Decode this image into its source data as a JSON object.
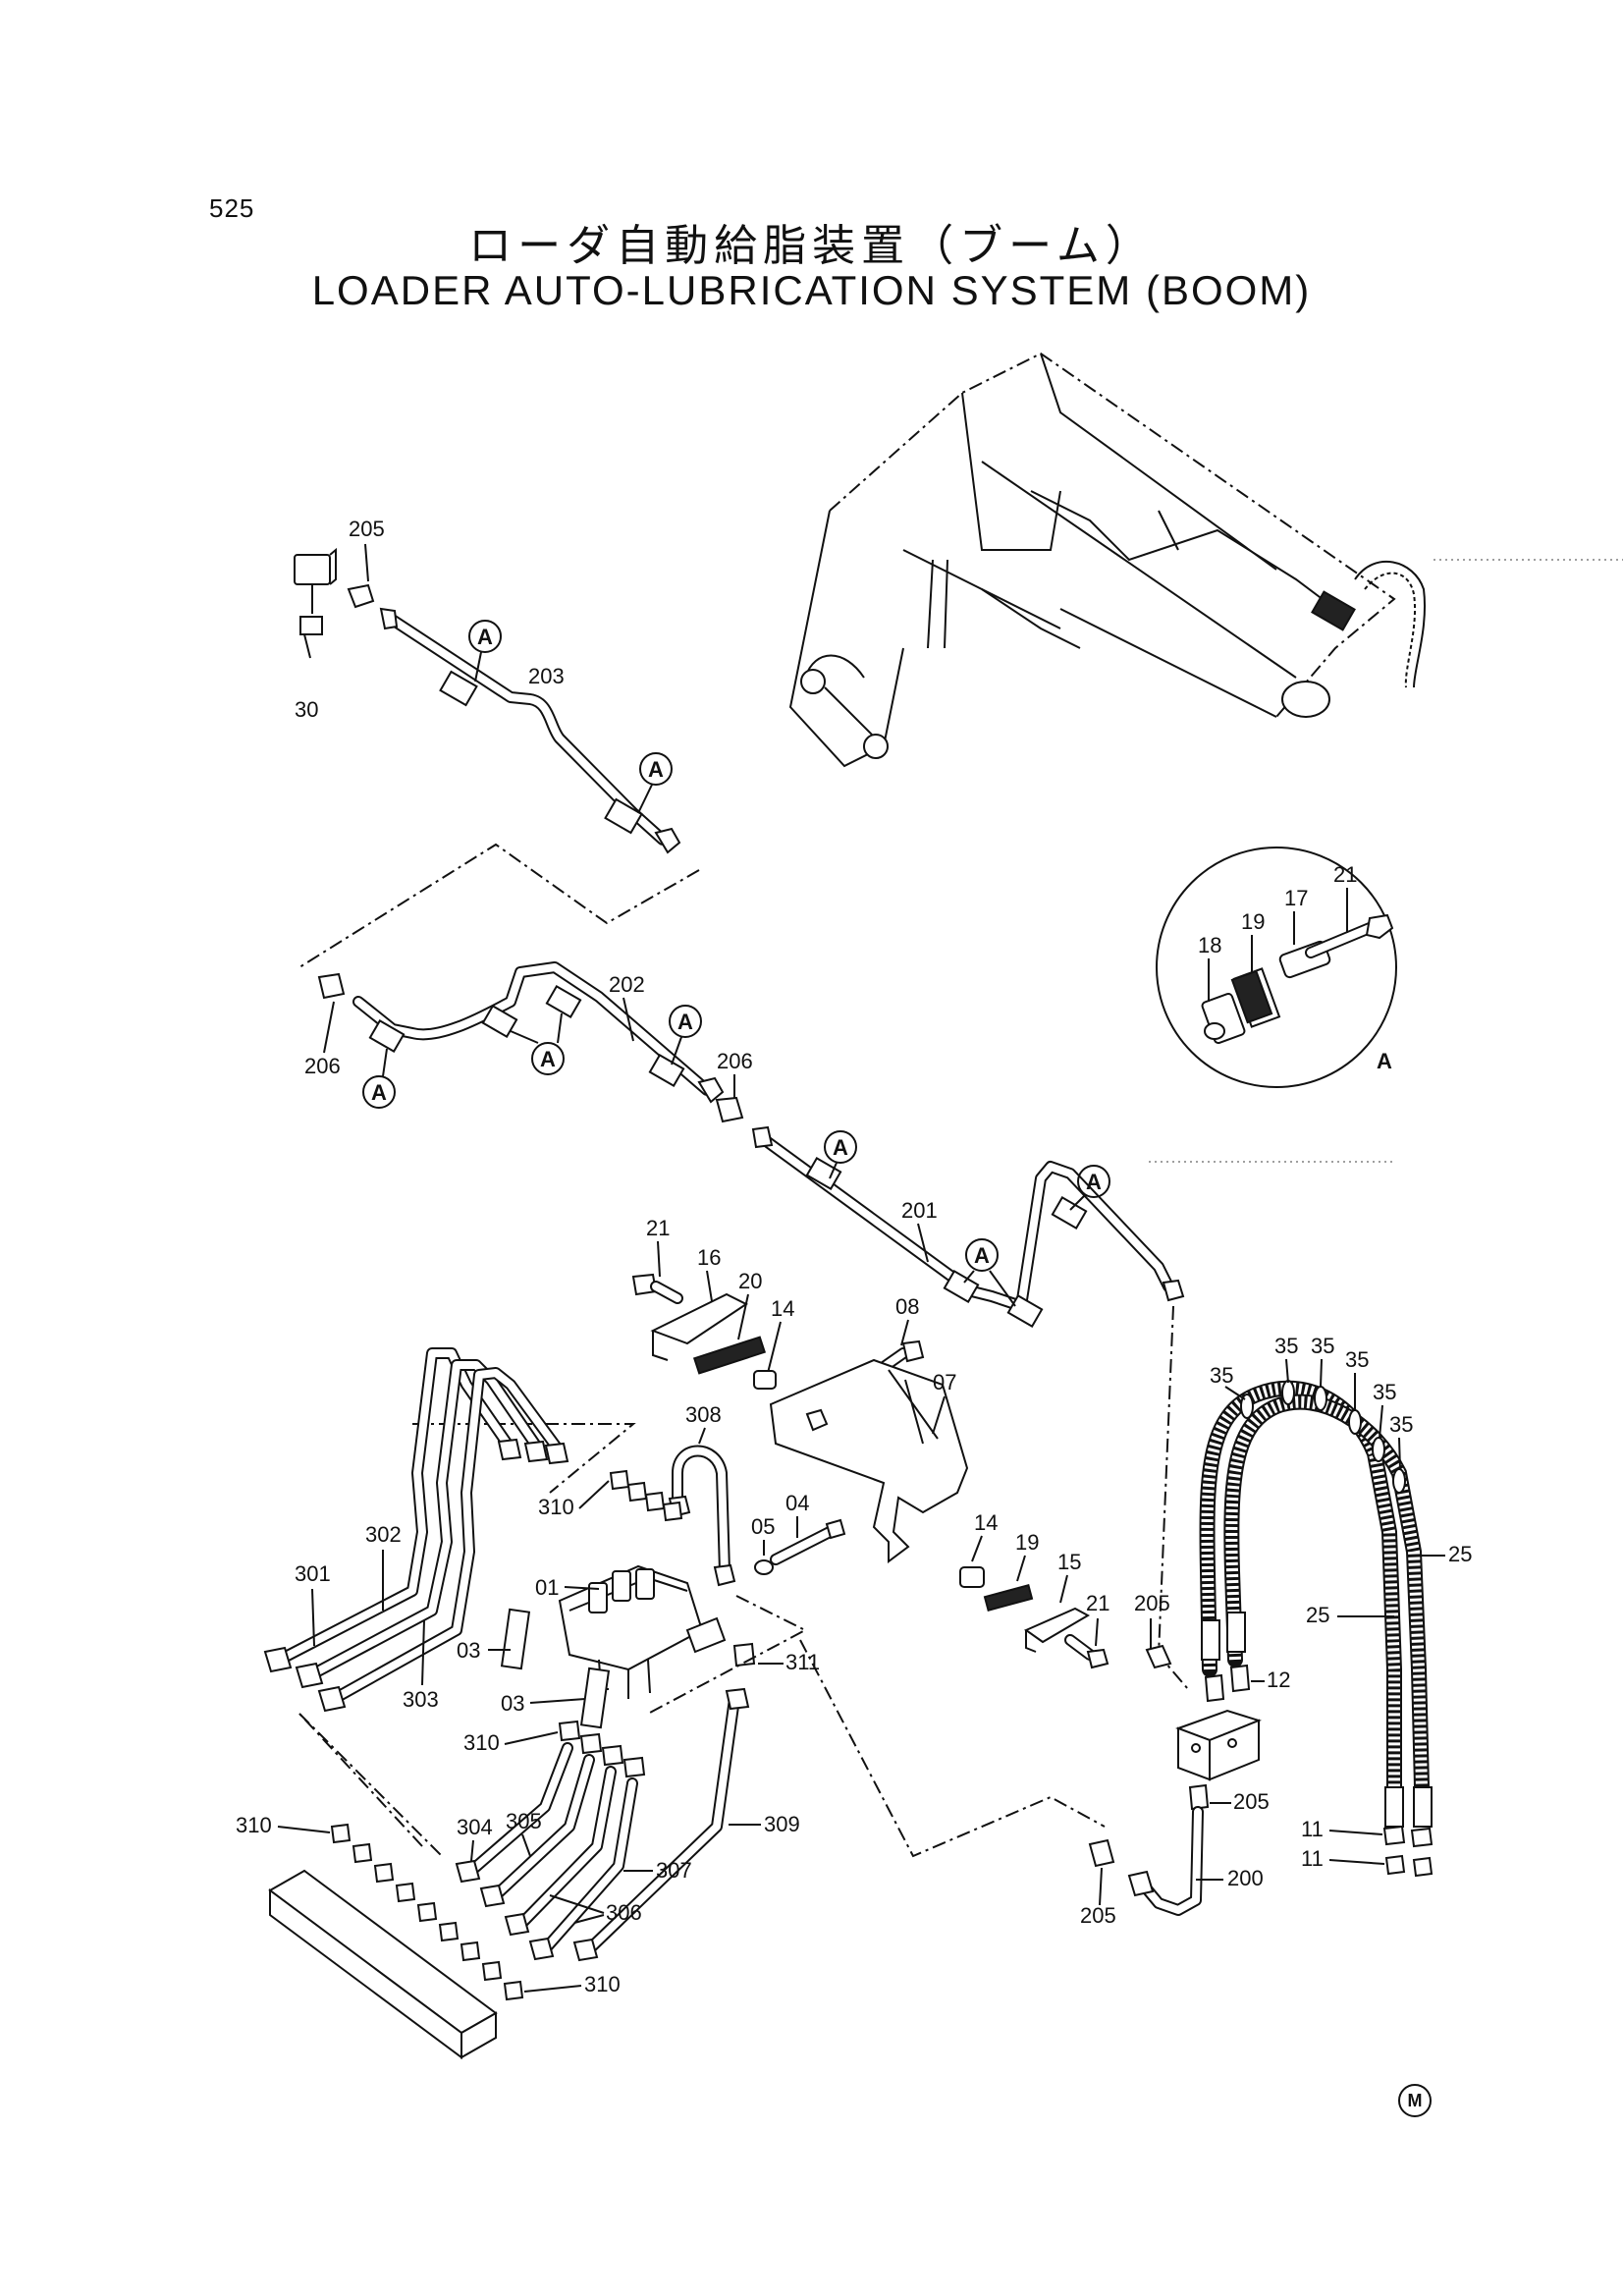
{
  "page_number": "525",
  "title_jp": "ローダ自動給脂装置（ブーム）",
  "title_en": "LOADER AUTO-LUBRICATION SYSTEM (BOOM)",
  "detail_label": "A",
  "bottom_mark": "M",
  "callouts": {
    "c205a": "205",
    "c30": "30",
    "c203": "203",
    "c202": "202",
    "c206a": "206",
    "c206b": "206",
    "c201": "201",
    "c21a": "21",
    "c16": "16",
    "c20": "20",
    "c14a": "14",
    "c08": "08",
    "c07": "07",
    "c308": "308",
    "c310a": "310",
    "c05": "05",
    "c04": "04",
    "c14b": "14",
    "c19a": "19",
    "c15": "15",
    "c21b": "21",
    "c205b": "205",
    "c01": "01",
    "c03a": "03",
    "c03b": "03",
    "c311": "311",
    "c302": "302",
    "c301": "301",
    "c303": "303",
    "c310b": "310",
    "c304": "304",
    "c305": "305",
    "c307": "307",
    "c309": "309",
    "c306": "306",
    "c310c": "310",
    "c310d": "310",
    "c12": "12",
    "c205c": "205",
    "c205d": "205",
    "c200": "200",
    "c11a": "11",
    "c11b": "11",
    "c25a": "25",
    "c25b": "25",
    "c35a": "35",
    "c35b": "35",
    "c35c": "35",
    "c35d": "35",
    "c35e": "35",
    "c35f": "35",
    "c21c": "21",
    "c17": "17",
    "c19b": "19",
    "c18": "18"
  }
}
